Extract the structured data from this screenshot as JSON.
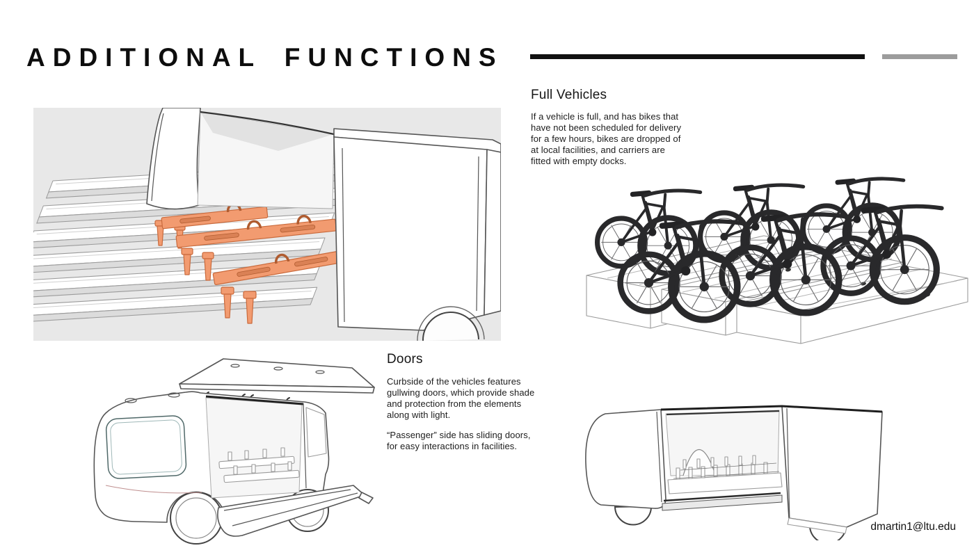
{
  "header": {
    "title": "ADDITIONAL FUNCTIONS"
  },
  "footer": {
    "email": "dmartin1@ltu.edu"
  },
  "sections": {
    "full_vehicles": {
      "heading": "Full Vehicles",
      "body": "If a vehicle is full, and has bikes that\nhave not been scheduled for delivery\nfor a few hours, bikes are dropped of\nat local facilities, and carriers are\nfitted with empty docks."
    },
    "doors": {
      "heading": "Doors",
      "body1": "Curbside of the vehicles features\ngullwing doors, which provide shade\nand protection from the elements\nalong with light.",
      "body2": "“Passenger” side has sliding doors,\nfor easy interactions in facilities."
    }
  },
  "illustrations": {
    "van_interior": "Van interior with orange bike-carrier docks on floor rails",
    "docked_bikes": "Bikes docked on carrier bases at a local facility",
    "gullwing_van": "Van with gullwing door open and ramp deployed",
    "sliding_van": "Van with sliding doors open showing empty docks"
  },
  "colors": {
    "accent_orange": "#F29B70",
    "accent_orange_dark": "#C96A3C",
    "panel_gray": "#E8E8E8",
    "bar_black": "#111111",
    "bar_gray": "#9C9C9C",
    "text_dark": "#1A1A1A"
  }
}
